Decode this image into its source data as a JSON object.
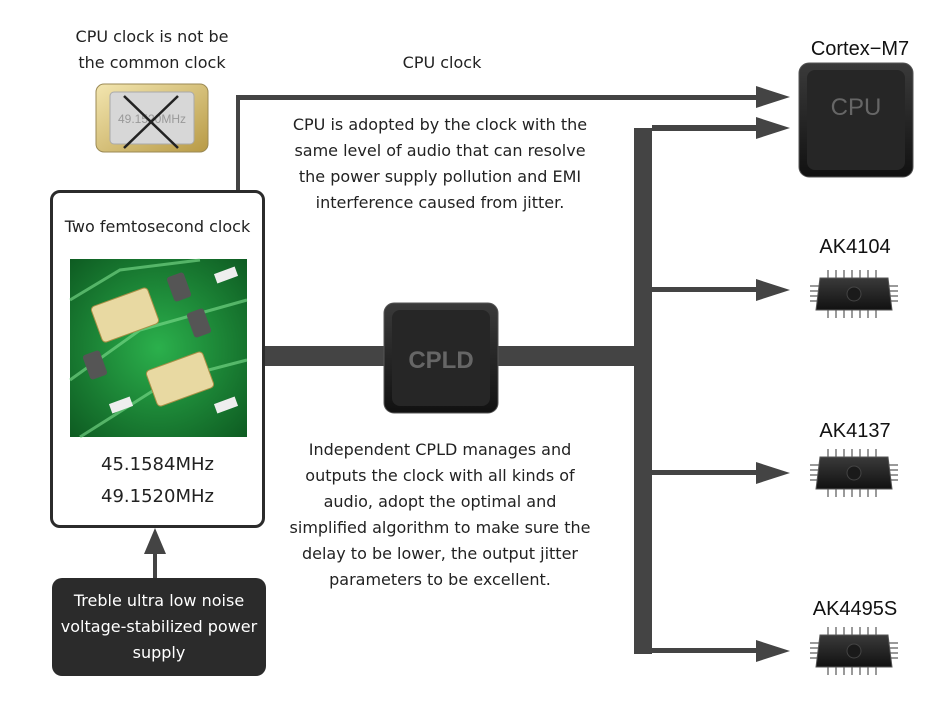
{
  "note_cpu_not_common": [
    "CPU clock is not be",
    "the common clock"
  ],
  "crystal_marking": "49.1520MHz",
  "cpu_clock_label": "CPU clock",
  "cpu_description": [
    "CPU is adopted by the clock with the",
    "same level of audio that can resolve",
    "the power supply pollution and EMI",
    "interference caused from jitter."
  ],
  "clock_box": {
    "title": "Two femtosecond clock",
    "freq1": "45.1584MHz",
    "freq2": "49.1520MHz"
  },
  "cpld_chip": "CPLD",
  "cpld_description": [
    "Independent CPLD manages and",
    "outputs the clock with all kinds of",
    "audio, adopt the optimal and",
    "simplified algorithm to make sure the",
    "delay to be lower, the output jitter",
    "parameters to be excellent."
  ],
  "power_box": [
    "Treble ultra low noise",
    "voltage-stabilized power",
    "supply"
  ],
  "cpu_chip": {
    "name": "Cortex−M7",
    "marking": "CPU"
  },
  "chips": [
    "AK4104",
    "AK4137",
    "AK4495S"
  ],
  "colors": {
    "line": "#444444",
    "box_dark": "#2b2b2b",
    "pcb_green": "#1f8a3a"
  }
}
